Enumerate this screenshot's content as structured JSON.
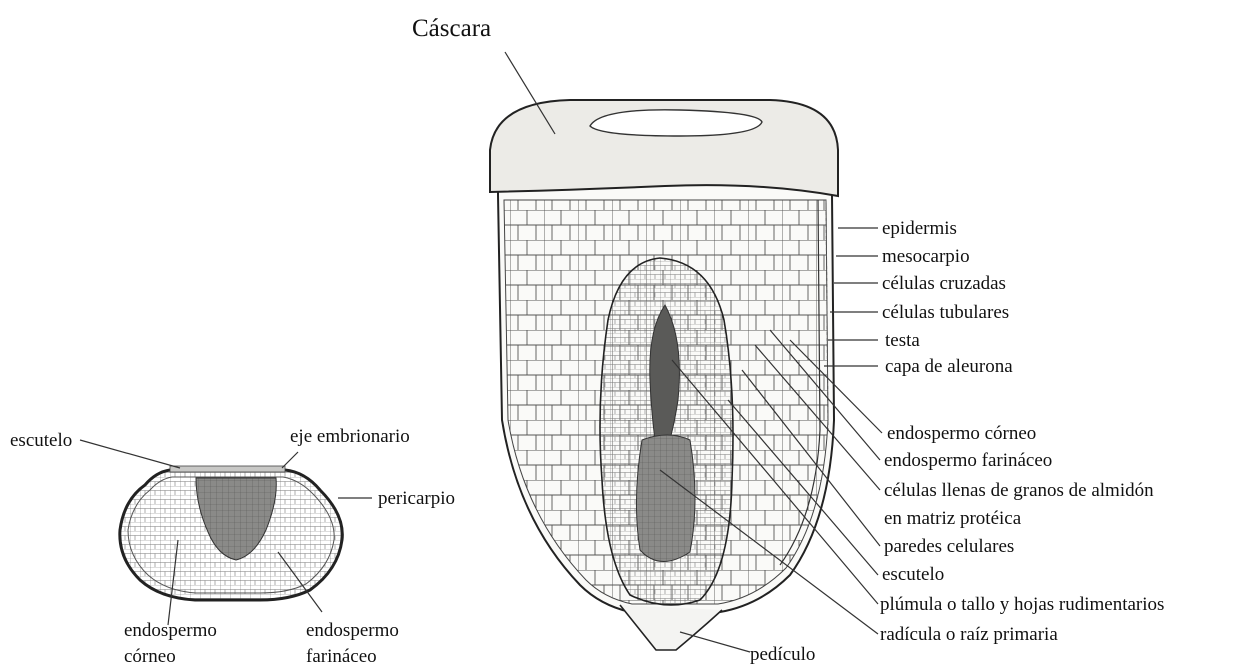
{
  "labels": {
    "cascara": "Cáscara",
    "epidermis": "epidermis",
    "mesocarpio": "mesocarpio",
    "celulas_cruzadas": "células cruzadas",
    "celulas_tubulares": "células tubulares",
    "testa": "testa",
    "capa_aleurona": "capa de aleurona",
    "endospermo_corneo": "endospermo córneo",
    "endospermo_farinaceo": "endospermo farináceo",
    "celulas_llenas": "células llenas de granos de almidón",
    "matriz_proteica": "en matriz protéica",
    "paredes_celulares": "paredes celulares",
    "escutelo_main": "escutelo",
    "plumula": "plúmula o tallo y hojas rudimentarios",
    "radicula": "radícula o raíz primaria",
    "pediculo": "pedículo",
    "escutelo_small": "escutelo",
    "eje_embrionario": "eje embrionario",
    "pericarpio": "pericarpio",
    "endospermo_corneo_small_1": "endospermo",
    "endospermo_corneo_small_2": "córneo",
    "endospermo_farinaceo_small_1": "endospermo",
    "endospermo_farinaceo_small_2": "farináceo"
  },
  "colors": {
    "ink": "#111111",
    "line": "#333333",
    "paper": "#ffffff",
    "husk": "#ecebe7",
    "embryo": "#9a9a98"
  }
}
